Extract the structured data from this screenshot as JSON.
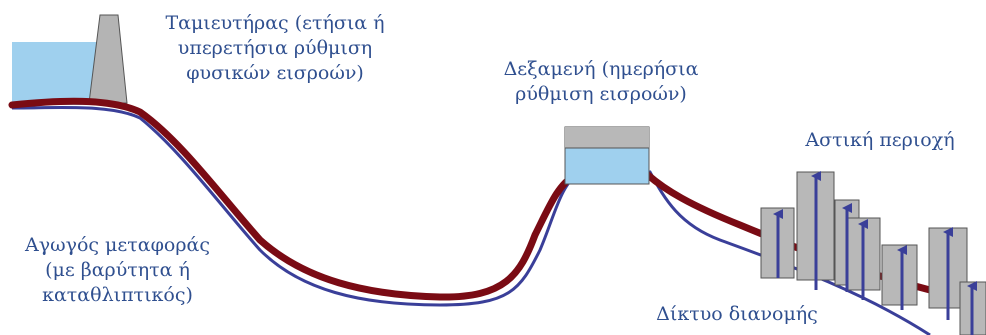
{
  "labels": {
    "reservoir": [
      "Ταμιευτήρας (ετήσια ή",
      "υπερετήσια ρύθμιση",
      "φυσικών εισροών)"
    ],
    "tank": [
      "Δεξαμενή (ημερήσια",
      "ρύθμιση εισροών)"
    ],
    "urban": [
      "Αστική περιοχή"
    ],
    "conduit": [
      "Αγωγός μεταφοράς",
      "(με βαρύτητα ή",
      "καταθλιπτικός)"
    ],
    "network": [
      "Δίκτυο διανομής"
    ]
  },
  "colors": {
    "text": "#2f4f8f",
    "water": "#9fd0ee",
    "dam": "#b4b4b4",
    "pipe_main": "#7a0b14",
    "pipe_thin": "#3a3f99",
    "building": "#b8b8b8",
    "arrow": "#3a3f99"
  },
  "icons": {
    "dam": "dam-icon",
    "tank": "tank-icon",
    "building": "building-icon",
    "arrow": "arrow-up-icon"
  }
}
